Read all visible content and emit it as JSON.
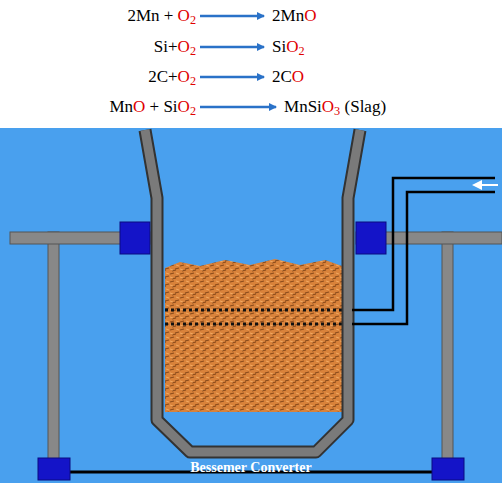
{
  "diagram": {
    "labels": [
      "2Mn + O2",
      "2MnO",
      "Si+O2",
      "SiO2",
      "2C+O2",
      "2CO",
      "MnO + SiO2",
      "MnSiO3 (Slag)",
      "Bessemer Converter"
    ]
  }
}
